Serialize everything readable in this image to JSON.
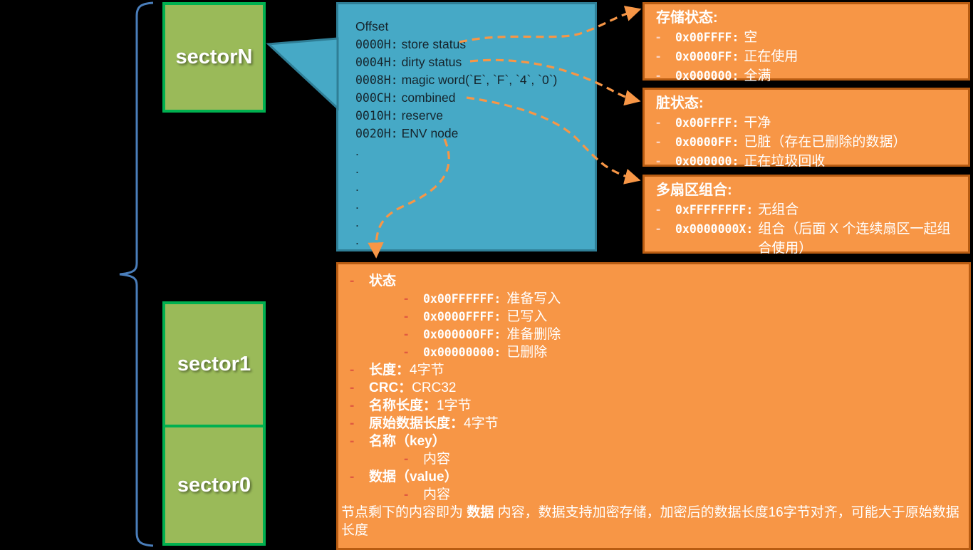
{
  "colors": {
    "background": "#000000",
    "blue_fill": "#46a9c6",
    "blue_border": "#2f7e96",
    "green_fill": "#9aba59",
    "green_border": "#00b050",
    "orange_fill": "#f79646",
    "orange_border": "#b85c12",
    "bracket_blue": "#4a7ebb",
    "arrow_orange": "#f79646"
  },
  "bullet": "-",
  "sectors": {
    "sector_n": "sectorN",
    "sector_1": "sector1",
    "sector_0": "sector0"
  },
  "offset_box": {
    "header": "Offset",
    "lines": [
      {
        "off": "0000H:",
        "text": "store status"
      },
      {
        "off": "0004H:",
        "text": "dirty status"
      },
      {
        "off": "0008H:",
        "text": "magic word(`E`, `F`, `4`, `0`)"
      },
      {
        "off": "000CH:",
        "text": "combined"
      },
      {
        "off": "0010H:",
        "text": "reserve"
      },
      {
        "off": "0020H:",
        "text": "ENV node"
      }
    ],
    "dot": "."
  },
  "store_status_box": {
    "title": "存储状态:",
    "items": [
      {
        "hex": "0x00FFFF:",
        "desc": "空"
      },
      {
        "hex": "0x0000FF:",
        "desc": "正在使用"
      },
      {
        "hex": "0x000000:",
        "desc": "全满"
      }
    ]
  },
  "dirty_status_box": {
    "title": "脏状态:",
    "items": [
      {
        "hex": "0x00FFFF:",
        "desc": "干净"
      },
      {
        "hex": "0x0000FF:",
        "desc": "已脏（存在已删除的数据）"
      },
      {
        "hex": "0x000000:",
        "desc": "正在垃圾回收"
      }
    ]
  },
  "combine_box": {
    "title": "多扇区组合:",
    "items": [
      {
        "hex": "0xFFFFFFFF:",
        "desc": "无组合"
      },
      {
        "hex": "0x0000000X:",
        "desc": "组合（后面 X 个连续扇区一起组合使用）"
      }
    ]
  },
  "env_node_box": {
    "status_label": "状态",
    "status_items": [
      {
        "hex": "0x00FFFFFF:",
        "desc": "准备写入"
      },
      {
        "hex": "0x0000FFFF:",
        "desc": "已写入"
      },
      {
        "hex": "0x000000FF:",
        "desc": "准备删除"
      },
      {
        "hex": "0x00000000:",
        "desc": "已删除"
      }
    ],
    "fields": [
      {
        "label": "长度：",
        "value": "4字节"
      },
      {
        "label": "CRC：",
        "value": "CRC32"
      },
      {
        "label": "名称长度：",
        "value": "1字节"
      },
      {
        "label": "原始数据长度：",
        "value": "4字节"
      }
    ],
    "key_label": "名称（key）",
    "key_child": "内容",
    "value_label": "数据（value）",
    "value_child": "内容",
    "footer": {
      "pre": "节点剩下的内容即为 ",
      "bold": "数据",
      "post": " 内容，数据支持加密存储，加密后的数据长度16字节对齐，可能大于原始数据长度"
    }
  }
}
